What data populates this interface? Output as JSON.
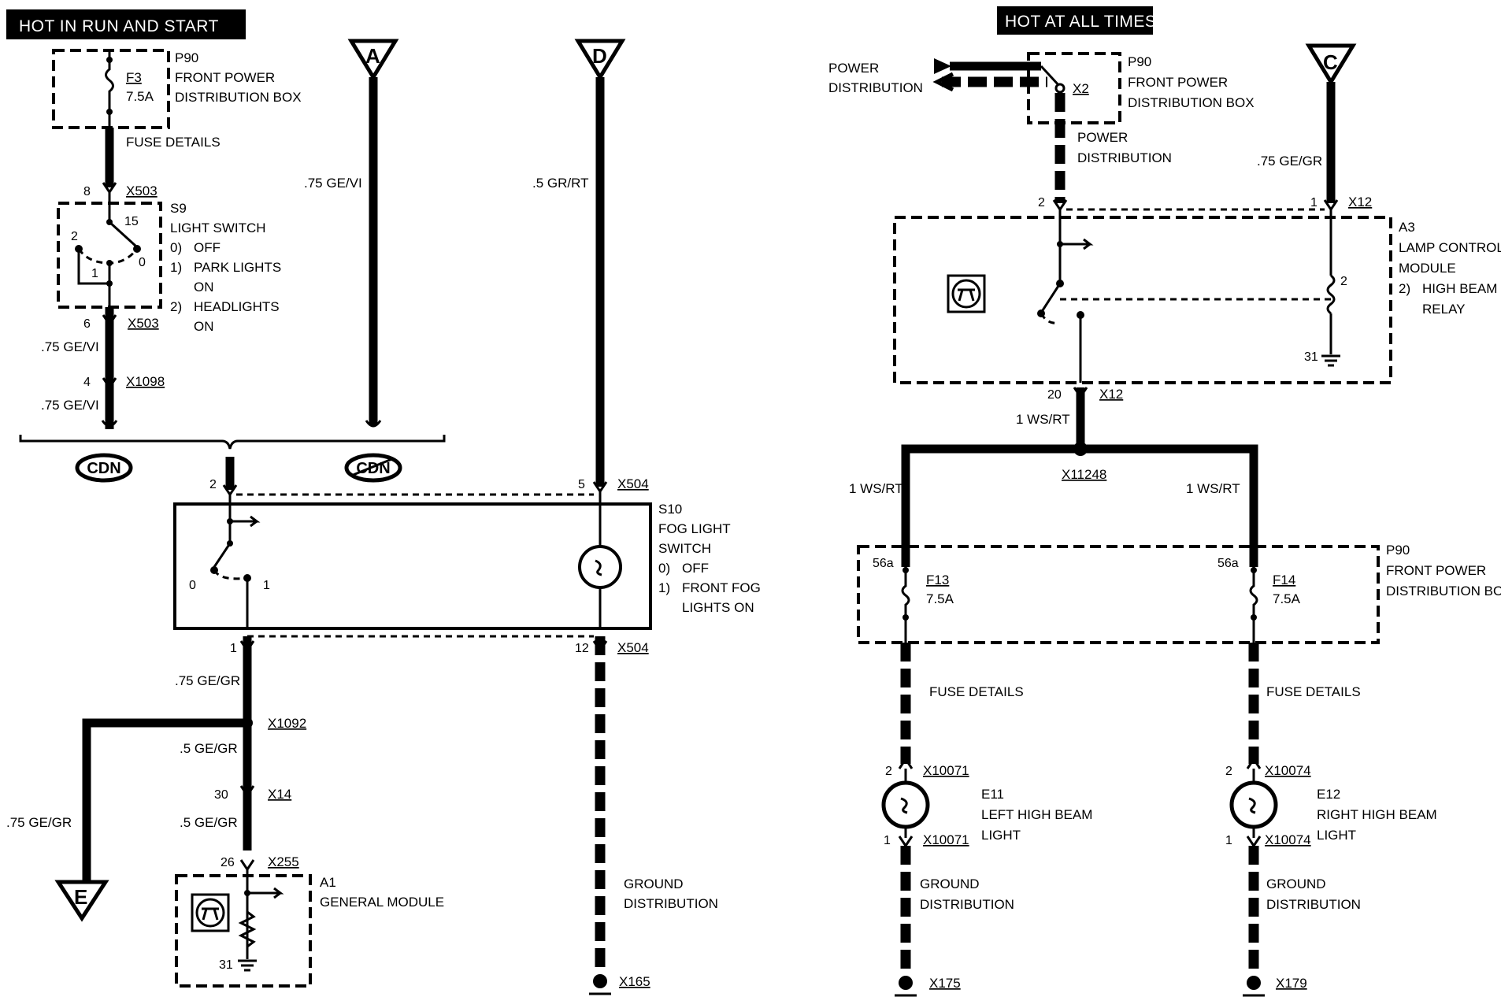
{
  "headers": {
    "left": "HOT IN RUN AND START",
    "right": "HOT AT ALL TIMES"
  },
  "connectors": {
    "a": "A",
    "d": "D",
    "c": "C",
    "e": "E"
  },
  "cdn": {
    "left": "CDN",
    "right": "CDN"
  },
  "p90_left": {
    "fuse": "F3",
    "rating": "7.5A",
    "id": "P90",
    "line1": "FRONT POWER",
    "line2": "DISTRIBUTION BOX",
    "details": "FUSE DETAILS"
  },
  "s9": {
    "id": "S9",
    "name": "LIGHT SWITCH",
    "opt0_num": "0)",
    "opt0": "OFF",
    "opt1_num": "1)",
    "opt1a": "PARK LIGHTS",
    "opt1b": "ON",
    "opt2_num": "2)",
    "opt2a": "HEADLIGHTS",
    "opt2b": "ON",
    "pin15": "15",
    "pin2": "2",
    "pin0": "0",
    "pin1": "1"
  },
  "left_wires": {
    "pin8": "8",
    "x503_top": "X503",
    "pin6": "6",
    "x503_bottom": "X503",
    "wire1": ".75 GE/VI",
    "pin4": "4",
    "x1098": "X1098",
    "wire2": ".75 GE/VI",
    "a_wire": ".75 GE/VI",
    "d_wire": ".5 GR/RT"
  },
  "s10": {
    "id": "S10",
    "line1": "FOG LIGHT",
    "line2": "SWITCH",
    "opt0_num": "0)",
    "opt0": "OFF",
    "opt1_num": "1)",
    "opt1a": "FRONT FOG",
    "opt1b": "LIGHTS ON",
    "pin2": "2",
    "pin5": "5",
    "x504_top": "X504",
    "pin0": "0",
    "pin1": "1",
    "pin_out1": "1",
    "pin12": "12",
    "x504_bottom": "X504"
  },
  "lower_left": {
    "wire_gegr": ".75 GE/GR",
    "x1092": "X1092",
    "wire_5gegr_a": ".5 GE/GR",
    "pin30": "30",
    "x14": "X14",
    "wire_5gegr_b": ".5 GE/GR",
    "wire_e": ".75 GE/GR",
    "pin26": "26",
    "x255": "X255",
    "a1_id": "A1",
    "a1_name": "GENERAL MODULE",
    "pin31": "31"
  },
  "ground_left": {
    "line1": "GROUND",
    "line2": "DISTRIBUTION",
    "x165": "X165"
  },
  "right_top": {
    "power1": "POWER",
    "power2": "DISTRIBUTION",
    "x2": "X2",
    "p90_id": "P90",
    "p90_line1": "FRONT POWER",
    "p90_line2": "DISTRIBUTION BOX",
    "power_dist1": "POWER",
    "power_dist2": "DISTRIBUTION",
    "c_wire": ".75 GE/GR",
    "pin2": "2",
    "pin1": "1",
    "x12_top": "X12"
  },
  "a3": {
    "id": "A3",
    "line1": "LAMP CONTROL",
    "line2": "MODULE",
    "opt_num": "2)",
    "opt_a": "HIGH BEAM",
    "opt_b": "RELAY",
    "pin2": "2",
    "pin31": "31",
    "pin20": "20",
    "x12": "X12",
    "wire": "1 WS/RT"
  },
  "splice": {
    "id": "X11248",
    "wire_left": "1 WS/RT",
    "wire_right": "1 WS/RT"
  },
  "p90_right": {
    "id": "P90",
    "line1": "FRONT POWER",
    "line2": "DISTRIBUTION BOX",
    "pin_l": "56a",
    "pin_r": "56a",
    "f13": "F13",
    "f13_rating": "7.5A",
    "f14": "F14",
    "f14_rating": "7.5A",
    "details_l": "FUSE DETAILS",
    "details_r": "FUSE DETAILS"
  },
  "e11": {
    "pin2": "2",
    "x_top": "X10071",
    "id": "E11",
    "line1": "LEFT HIGH BEAM",
    "line2": "LIGHT",
    "pin1": "1",
    "x_bottom": "X10071",
    "ground1": "GROUND",
    "ground2": "DISTRIBUTION",
    "x_ground": "X175"
  },
  "e12": {
    "pin2": "2",
    "x_top": "X10074",
    "id": "E12",
    "line1": "RIGHT HIGH BEAM",
    "line2": "LIGHT",
    "pin1": "1",
    "x_bottom": "X10074",
    "ground1": "GROUND",
    "ground2": "DISTRIBUTION",
    "x_ground": "X179"
  }
}
